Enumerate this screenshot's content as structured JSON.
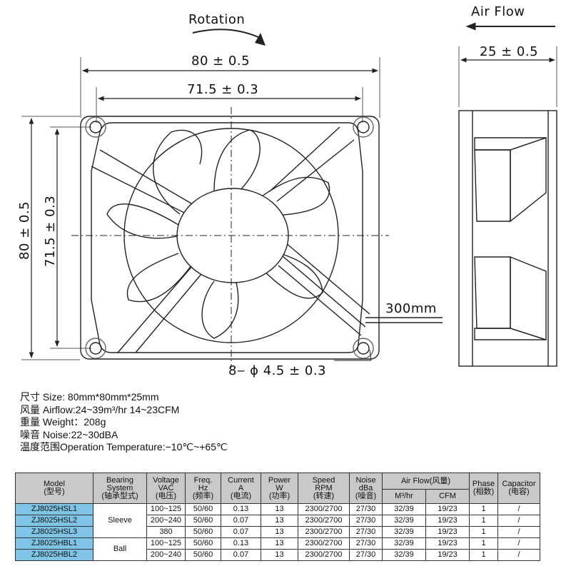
{
  "drawing": {
    "rotation_label": "Rotation",
    "airflow_label": "Air Flow",
    "dim_width_outer": "80 ± 0.5",
    "dim_width_inner": "71.5 ± 0.3",
    "dim_height_outer": "80 ± 0.5",
    "dim_height_inner": "71.5 ± 0.3",
    "dim_depth": "25 ± 0.5",
    "cable_length": "300mm",
    "holes": "8‒ ϕ 4.5 ± 0.3"
  },
  "specs": {
    "size": "尺寸 Size: 80mm*80mm*25mm",
    "airflow": "风量 Airflow:24~39m³/hr 14~23CFM",
    "weight": "重量 Weight：208g",
    "noise": "噪音 Noise:22~30dBA",
    "temperature": "温度范围Operation Temperature:−10℃~+65℃"
  },
  "table": {
    "headers": {
      "model": [
        "Model",
        "(型号)"
      ],
      "bearing": [
        "Bearing",
        "System",
        "(轴承型式)"
      ],
      "voltage": [
        "Voltage",
        "VAC",
        "(电压)"
      ],
      "freq": [
        "Freq.",
        "Hz",
        "(频率)"
      ],
      "current": [
        "Current",
        "A",
        "(电流)"
      ],
      "power": [
        "Power",
        "W",
        "(功率)"
      ],
      "speed": [
        "Speed",
        "RPM",
        "(转速)"
      ],
      "noise": [
        "Noise",
        "dBa",
        "(噪音)"
      ],
      "airflow": "Air Flow(风量)",
      "m3hr": "M³/hr",
      "cfm": "CFM",
      "phase": [
        "Phase",
        "(相数)"
      ],
      "capacitor": [
        "Capacitor",
        "(电容)"
      ]
    },
    "bearing_groups": [
      "Sleeve",
      "Ball"
    ],
    "rows": [
      {
        "model": "ZJ8025HSL1",
        "voltage": "100~125",
        "freq": "50/60",
        "current": "0.13",
        "power": "13",
        "speed": "2300/2700",
        "noise": "27/30",
        "m3hr": "32/39",
        "cfm": "19/23",
        "phase": "1",
        "capacitor": "/"
      },
      {
        "model": "ZJ8025HSL2",
        "voltage": "200~240",
        "freq": "50/60",
        "current": "0.07",
        "power": "13",
        "speed": "2300/2700",
        "noise": "27/30",
        "m3hr": "32/39",
        "cfm": "19/23",
        "phase": "1",
        "capacitor": "/"
      },
      {
        "model": "ZJ8025HSL3",
        "voltage": "380",
        "freq": "50/60",
        "current": "0.07",
        "power": "13",
        "speed": "2300/2700",
        "noise": "27/30",
        "m3hr": "32/39",
        "cfm": "19/23",
        "phase": "1",
        "capacitor": "/"
      },
      {
        "model": "ZJ8025HBL1",
        "voltage": "100~125",
        "freq": "50/60",
        "current": "0.13",
        "power": "13",
        "speed": "2300/2700",
        "noise": "27/30",
        "m3hr": "32/39",
        "cfm": "19/23",
        "phase": "1",
        "capacitor": "/"
      },
      {
        "model": "ZJ8025HBL2",
        "voltage": "200~240",
        "freq": "50/60",
        "current": "0.07",
        "power": "13",
        "speed": "2300/2700",
        "noise": "27/30",
        "m3hr": "32/39",
        "cfm": "19/23",
        "phase": "1",
        "capacitor": "/"
      }
    ]
  }
}
